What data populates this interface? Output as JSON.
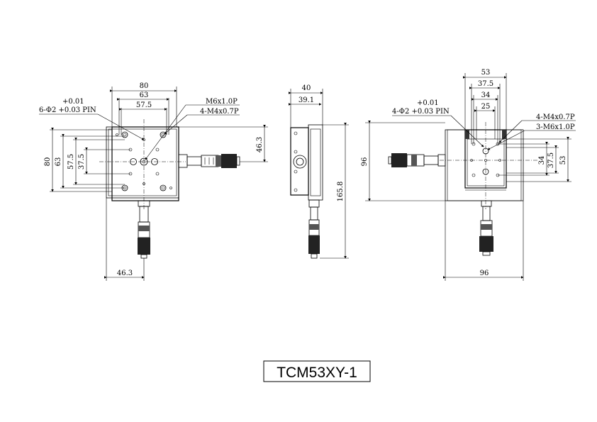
{
  "title_block": {
    "model": "TCM53XY-1"
  },
  "front_view": {
    "dims": {
      "w80": "80",
      "w63": "63",
      "w57_5": "57.5",
      "h80": "80",
      "h63": "63",
      "h57_5": "57.5",
      "h37_5": "37.5",
      "h46_3": "46.3",
      "w46_3": "46.3"
    },
    "notes": {
      "tol": "+0.01",
      "pin": "6-Φ2 +0.03 PIN",
      "m6": "M6x1.0P",
      "m4": "4-M4x0.7P"
    }
  },
  "side_view": {
    "dims": {
      "w40": "40",
      "w39_1": "39.1",
      "h165_8": "165.8"
    }
  },
  "top_view": {
    "dims": {
      "w53": "53",
      "w37_5": "37.5",
      "w34": "34",
      "w25": "25",
      "h96": "96",
      "w96": "96",
      "h53": "53",
      "h34": "34",
      "h37_5": "37.5"
    },
    "notes": {
      "tol": "+0.01",
      "pin": "4-Φ2 +0.03 PIN",
      "m4": "4-M4x0.7P",
      "m6": "3-M6x1.0P"
    }
  }
}
